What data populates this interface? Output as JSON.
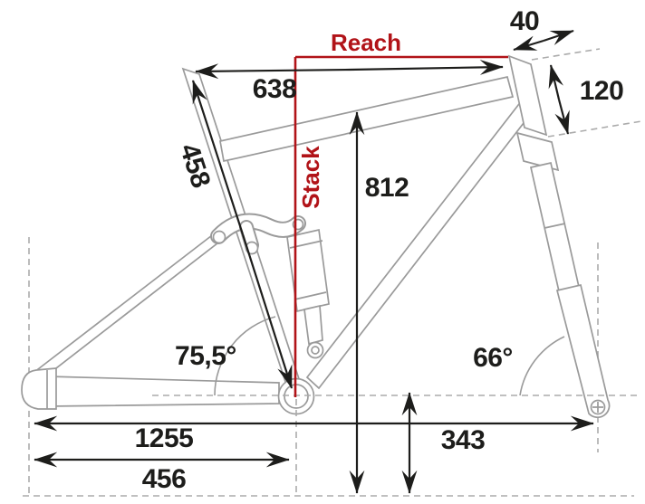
{
  "figure": {
    "description": "bicycle frame geometry diagram with measurements"
  },
  "labels": {
    "reach": "Reach",
    "stack": "Stack",
    "top_tube_horizontal": "638",
    "seat_tube_length": "458",
    "head_tube_top_offset": "40",
    "head_tube_length": "120",
    "standover_height": "812",
    "seat_tube_angle": "75,5°",
    "head_tube_angle": "66°",
    "wheelbase": "1255",
    "chainstay_length": "456",
    "bb_height": "343"
  },
  "colors": {
    "accent_red": "#b11318",
    "frame_gray": "#9a9a9a",
    "ink_black": "#1d1d1b",
    "guide_gray": "#ababab",
    "background": "#ffffff"
  }
}
